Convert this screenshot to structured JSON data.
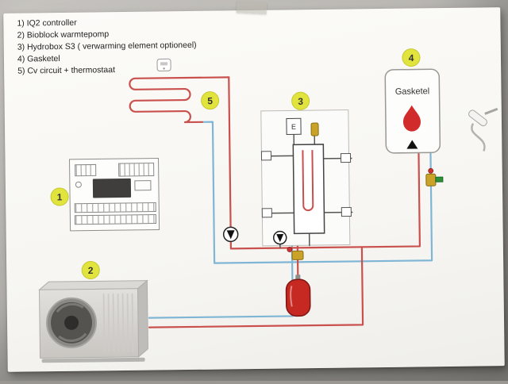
{
  "legend": {
    "items": [
      "1) IQ2 controller",
      "2) Bioblock warmtepomp",
      "3) Hydrobox S3 ( verwarming element optioneel)",
      "4) Gasketel",
      "5) Cv circuit + thermostaat"
    ]
  },
  "badges": [
    {
      "label": "1"
    },
    {
      "label": "2"
    },
    {
      "label": "3"
    },
    {
      "label": "4"
    },
    {
      "label": "5"
    }
  ],
  "boiler": {
    "label": "Gasketel"
  },
  "hydrobox": {
    "element_label": "E"
  },
  "colors": {
    "pipe_hot": "#c9504d",
    "pipe_cold": "#7fb5d5",
    "badge_yellow": "#e2e43e",
    "flame_red": "#d22b2b",
    "vessel_red": "#c62822",
    "brass": "#c9a227"
  }
}
